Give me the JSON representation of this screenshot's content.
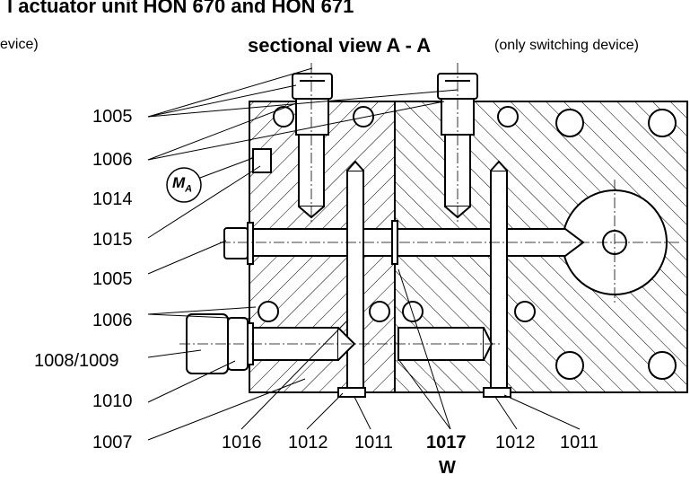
{
  "header": {
    "title": "l actuator unit HON 670 and HON 671",
    "subtitle_left": "evice)",
    "section_title": "sectional view  A - A",
    "section_note": "(only switching device)"
  },
  "callouts_left": [
    "1005",
    "1006",
    "1014",
    "1015",
    "1005",
    "1006",
    "1008/1009",
    "1010",
    "1007"
  ],
  "symbol": {
    "main": "M",
    "sub": "A"
  },
  "callouts_bottom": [
    "1016",
    "1012",
    "1011",
    "1017",
    "1012",
    "1011"
  ],
  "callout_under": "W",
  "colors": {
    "line": "#000000",
    "background": "#ffffff"
  }
}
